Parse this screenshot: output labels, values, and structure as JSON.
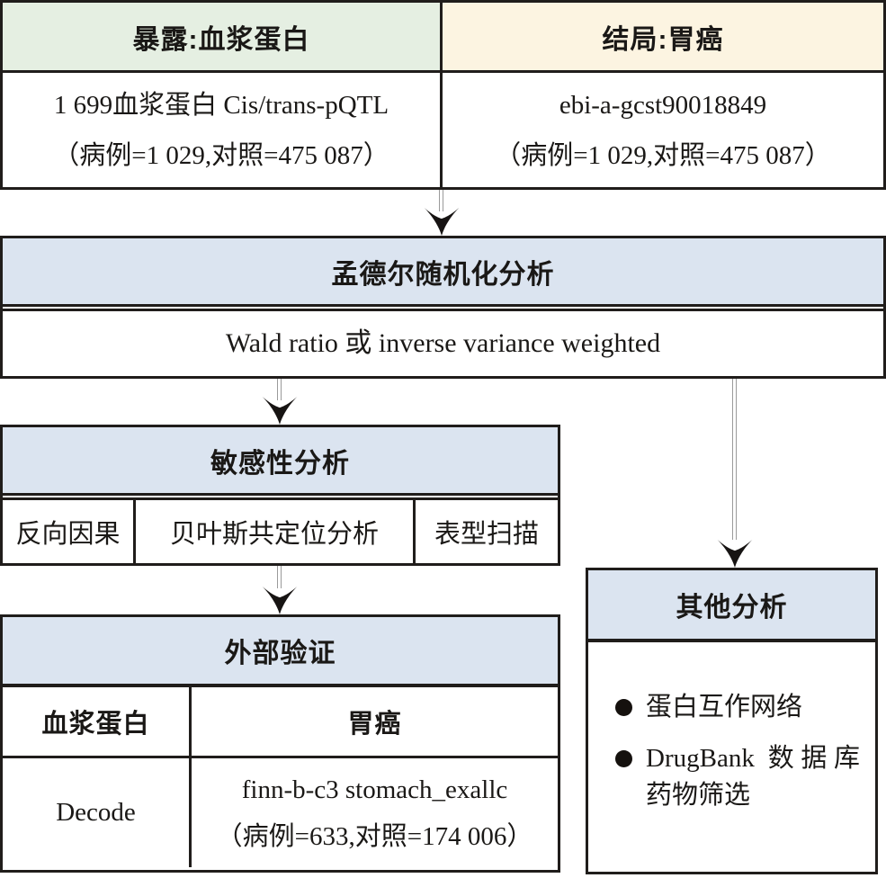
{
  "colors": {
    "border": "#201d1b",
    "exposure_header_bg": "#e5efe2",
    "outcome_header_bg": "#fcf4e1",
    "section_header_bg": "#dbe4f0",
    "arrow_fill": "#171413",
    "stem_line": "#9a9a9a"
  },
  "exposure": {
    "header": "暴露:血浆蛋白",
    "line1": "1 699血浆蛋白 Cis/trans-pQTL",
    "line2": "（病例=1 029,对照=475 087）"
  },
  "outcome": {
    "header": "结局:胃癌",
    "line1": "ebi-a-gcst90018849",
    "line2": "（病例=1 029,对照=475 087）"
  },
  "mr": {
    "header": "孟德尔随机化分析",
    "method": "Wald ratio 或 inverse variance weighted"
  },
  "sensitivity": {
    "header": "敏感性分析",
    "cells": [
      "反向因果",
      "贝叶斯共定位分析",
      "表型扫描"
    ]
  },
  "validation": {
    "header": "外部验证",
    "columns": [
      "血浆蛋白",
      "胃癌"
    ],
    "row": {
      "protein": "Decode",
      "outcome_line1": "finn-b-c3 stomach_exallc",
      "outcome_line2": "（病例=633,对照=174 006）"
    }
  },
  "other": {
    "header": "其他分析",
    "bullets": [
      "蛋白互作网络",
      "DrugBank 数据库药物筛选"
    ]
  }
}
